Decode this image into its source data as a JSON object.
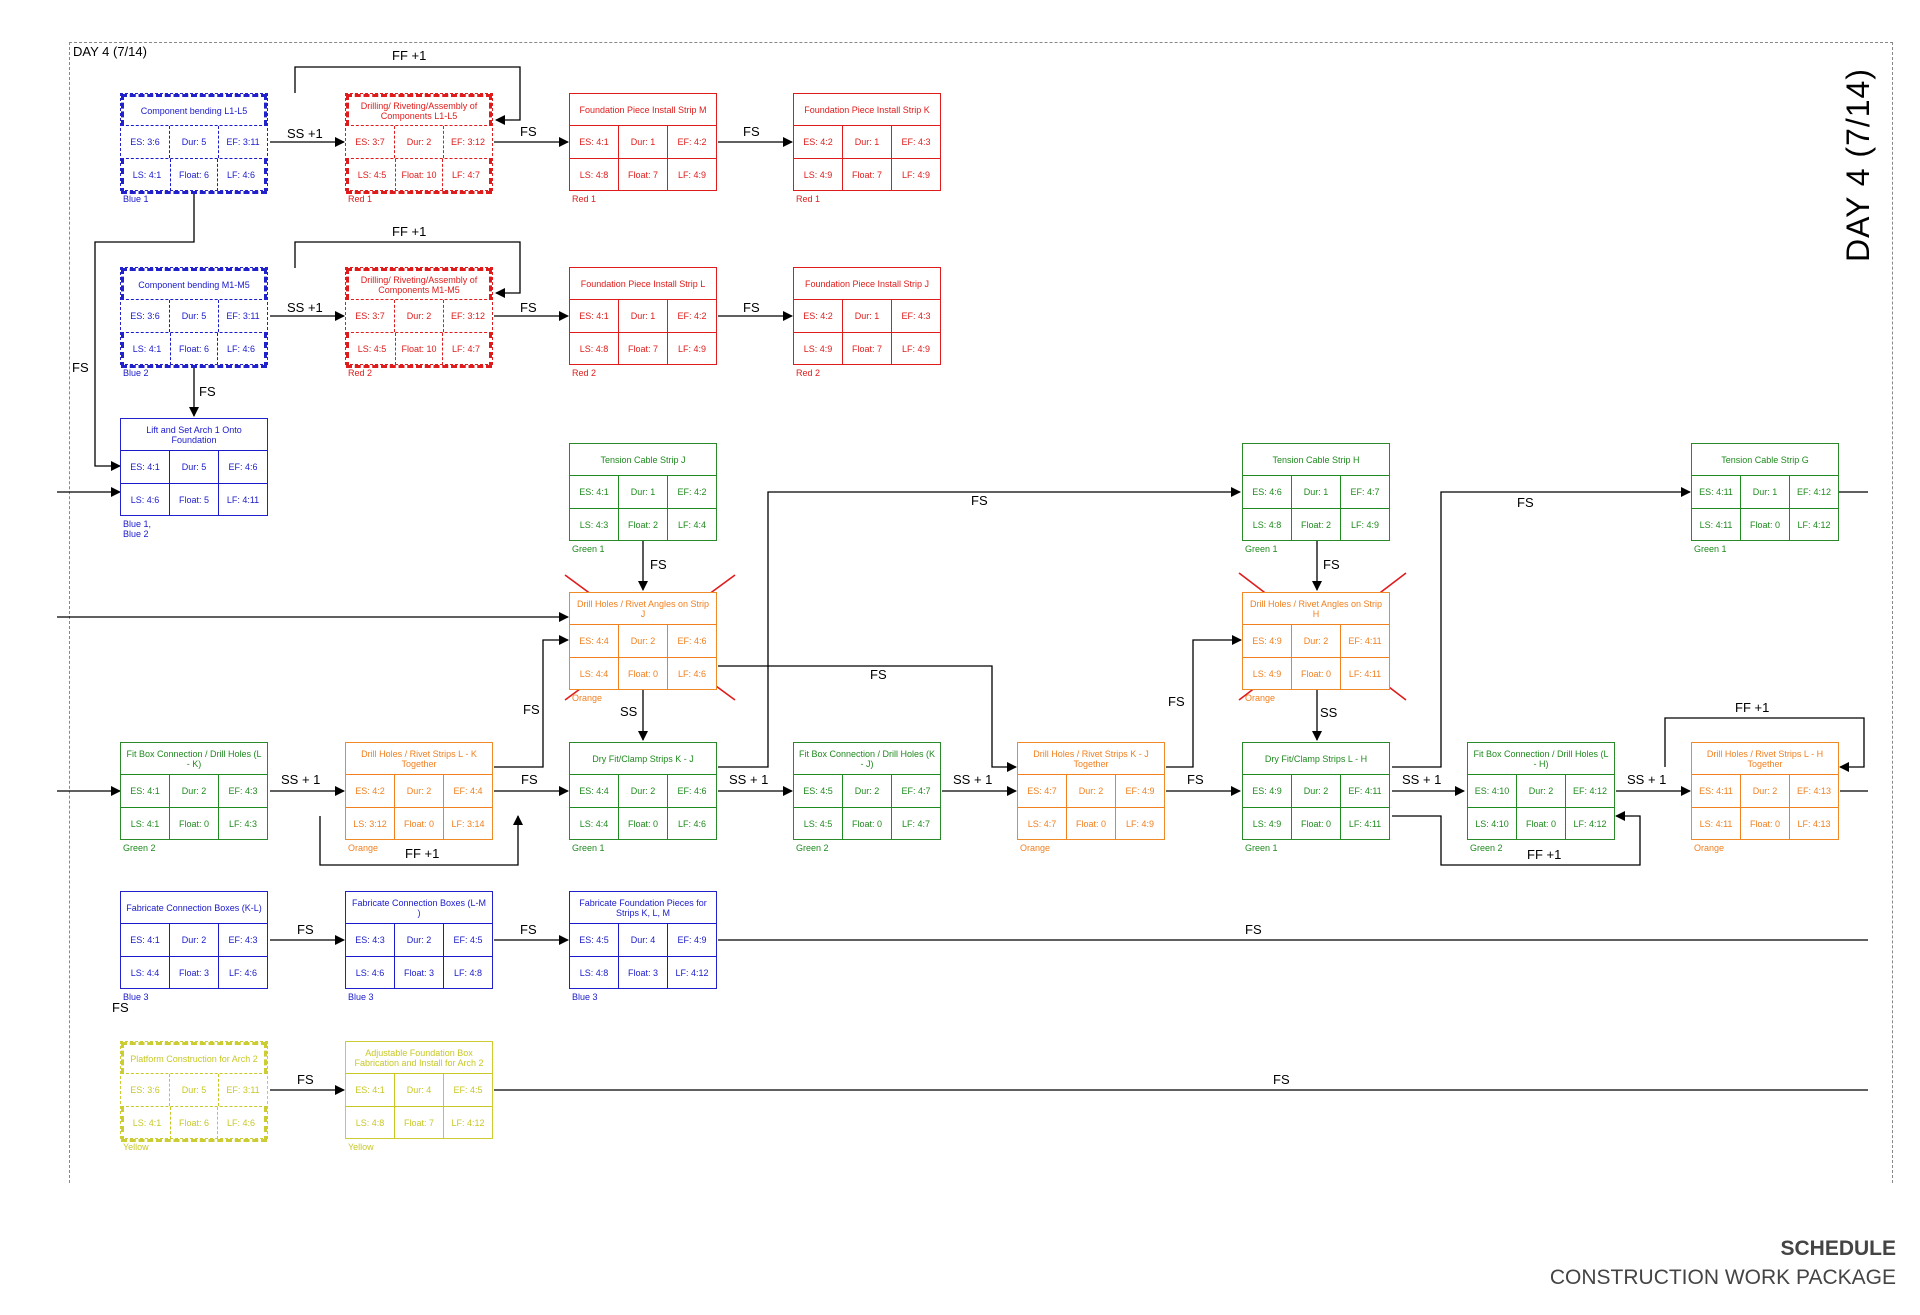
{
  "frame_label": "DAY 4 (7/14)",
  "day_title": "DAY 4 (7/14)",
  "footer": {
    "title": "SCHEDULE",
    "subtitle": "CONSTRUCTION WORK PACKAGE"
  },
  "nodes": [
    {
      "id": "n1",
      "title": "Component bending L1-L5",
      "es": "ES: 3:6",
      "dur": "Dur: 5",
      "ef": "EF: 3:11",
      "ls": "LS: 4:1",
      "fl": "Float: 6",
      "lf": "LF: 4:6",
      "crew": "Blue 1"
    },
    {
      "id": "n2",
      "title": "Drilling/ Riveting/Assembly of Components L1-L5",
      "es": "ES: 3:7",
      "dur": "Dur: 2",
      "ef": "EF: 3:12",
      "ls": "LS: 4:5",
      "fl": "Float: 10",
      "lf": "LF: 4:7",
      "crew": "Red 1"
    },
    {
      "id": "n3",
      "title": "Foundation Piece Install Strip M",
      "es": "ES: 4:1",
      "dur": "Dur: 1",
      "ef": "EF: 4:2",
      "ls": "LS: 4:8",
      "fl": "Float: 7",
      "lf": "LF: 4:9",
      "crew": "Red 1"
    },
    {
      "id": "n4",
      "title": "Foundation Piece Install Strip K",
      "es": "ES: 4:2",
      "dur": "Dur: 1",
      "ef": "EF: 4:3",
      "ls": "LS: 4:9",
      "fl": "Float: 7",
      "lf": "LF: 4:9",
      "crew": "Red 1"
    },
    {
      "id": "n5",
      "title": "Component bending M1-M5",
      "es": "ES: 3:6",
      "dur": "Dur: 5",
      "ef": "EF: 3:11",
      "ls": "LS: 4:1",
      "fl": "Float: 6",
      "lf": "LF: 4:6",
      "crew": "Blue 2"
    },
    {
      "id": "n6",
      "title": "Drilling/ Riveting/Assembly of Components M1-M5",
      "es": "ES: 3:7",
      "dur": "Dur: 2",
      "ef": "EF: 3:12",
      "ls": "LS: 4:5",
      "fl": "Float: 10",
      "lf": "LF: 4:7",
      "crew": "Red 2"
    },
    {
      "id": "n7",
      "title": "Foundation Piece Install Strip L",
      "es": "ES: 4:1",
      "dur": "Dur: 1",
      "ef": "EF: 4:2",
      "ls": "LS: 4:8",
      "fl": "Float: 7",
      "lf": "LF: 4:9",
      "crew": "Red 2"
    },
    {
      "id": "n8",
      "title": "Foundation Piece Install Strip J",
      "es": "ES: 4:2",
      "dur": "Dur: 1",
      "ef": "EF: 4:3",
      "ls": "LS: 4:9",
      "fl": "Float: 7",
      "lf": "LF: 4:9",
      "crew": "Red 2"
    },
    {
      "id": "n9",
      "title": "Lift and Set Arch 1 Onto Foundation",
      "es": "ES: 4:1",
      "dur": "Dur: 5",
      "ef": "EF: 4:6",
      "ls": "LS: 4:6",
      "fl": "Float: 5",
      "lf": "LF: 4:11",
      "crew": "Blue 1,\nBlue 2"
    },
    {
      "id": "n10",
      "title": "Tension Cable Strip J",
      "es": "ES: 4:1",
      "dur": "Dur: 1",
      "ef": "EF: 4:2",
      "ls": "LS: 4:3",
      "fl": "Float: 2",
      "lf": "LF: 4:4",
      "crew": "Green 1"
    },
    {
      "id": "n11",
      "title": "Tension Cable Strip H",
      "es": "ES: 4:6",
      "dur": "Dur: 1",
      "ef": "EF: 4:7",
      "ls": "LS: 4:8",
      "fl": "Float: 2",
      "lf": "LF: 4:9",
      "crew": "Green 1"
    },
    {
      "id": "n12",
      "title": "Tension Cable Strip G",
      "es": "ES: 4:11",
      "dur": "Dur: 1",
      "ef": "EF: 4:12",
      "ls": "LS: 4:11",
      "fl": "Float: 0",
      "lf": "LF: 4:12",
      "crew": "Green 1"
    },
    {
      "id": "n13",
      "title": "Drill Holes / Rivet Angles on Strip J",
      "es": "ES: 4:4",
      "dur": "Dur: 2",
      "ef": "EF: 4:6",
      "ls": "LS: 4:4",
      "fl": "Float: 0",
      "lf": "LF: 4:6",
      "crew": "Orange"
    },
    {
      "id": "n14",
      "title": "Drill Holes / Rivet Angles on Strip H",
      "es": "ES: 4:9",
      "dur": "Dur: 2",
      "ef": "EF: 4:11",
      "ls": "LS: 4:9",
      "fl": "Float: 0",
      "lf": "LF: 4:11",
      "crew": "Orange"
    },
    {
      "id": "n15",
      "title": "Fit Box Connection / Drill Holes (L - K)",
      "es": "ES: 4:1",
      "dur": "Dur: 2",
      "ef": "EF: 4:3",
      "ls": "LS: 4:1",
      "fl": "Float: 0",
      "lf": "LF: 4:3",
      "crew": "Green 2"
    },
    {
      "id": "n16",
      "title": "Drill Holes / Rivet Strips L - K Together",
      "es": "ES: 4:2",
      "dur": "Dur: 2",
      "ef": "EF: 4:4",
      "ls": "LS: 3:12",
      "fl": "Float: 0",
      "lf": "LF: 3:14",
      "crew": "Orange"
    },
    {
      "id": "n17",
      "title": "Dry Fit/Clamp Strips K - J",
      "es": "ES: 4:4",
      "dur": "Dur: 2",
      "ef": "EF: 4:6",
      "ls": "LS: 4:4",
      "fl": "Float: 0",
      "lf": "LF: 4:6",
      "crew": "Green 1"
    },
    {
      "id": "n18",
      "title": "Fit Box Connection / Drill Holes (K - J)",
      "es": "ES: 4:5",
      "dur": "Dur: 2",
      "ef": "EF: 4:7",
      "ls": "LS: 4:5",
      "fl": "Float: 0",
      "lf": "LF: 4:7",
      "crew": "Green 2"
    },
    {
      "id": "n19",
      "title": "Drill Holes / Rivet Strips K - J Together",
      "es": "ES: 4:7",
      "dur": "Dur: 2",
      "ef": "EF: 4:9",
      "ls": "LS: 4:7",
      "fl": "Float: 0",
      "lf": "LF: 4:9",
      "crew": "Orange"
    },
    {
      "id": "n20",
      "title": "Dry Fit/Clamp Strips L - H",
      "es": "ES: 4:9",
      "dur": "Dur: 2",
      "ef": "EF: 4:11",
      "ls": "LS: 4:9",
      "fl": "Float: 0",
      "lf": "LF: 4:11",
      "crew": "Green 1"
    },
    {
      "id": "n21",
      "title": "Fit Box Connection / Drill Holes (L - H)",
      "es": "ES: 4:10",
      "dur": "Dur: 2",
      "ef": "EF: 4:12",
      "ls": "LS: 4:10",
      "fl": "Float: 0",
      "lf": "LF: 4:12",
      "crew": "Green 2"
    },
    {
      "id": "n22",
      "title": "Drill Holes / Rivet Strips L - H Together",
      "es": "ES: 4:11",
      "dur": "Dur: 2",
      "ef": "EF: 4:13",
      "ls": "LS: 4:11",
      "fl": "Float: 0",
      "lf": "LF: 4:13",
      "crew": "Orange"
    },
    {
      "id": "n23",
      "title": "Fabricate Connection Boxes (K-L)",
      "es": "ES: 4:1",
      "dur": "Dur: 2",
      "ef": "EF: 4:3",
      "ls": "LS: 4:4",
      "fl": "Float: 3",
      "lf": "LF: 4:6",
      "crew": "Blue 3"
    },
    {
      "id": "n24",
      "title": "Fabricate Connection Boxes (L-M )",
      "es": "ES: 4:3",
      "dur": "Dur: 2",
      "ef": "EF: 4:5",
      "ls": "LS: 4:6",
      "fl": "Float: 3",
      "lf": "LF: 4:8",
      "crew": "Blue 3"
    },
    {
      "id": "n25",
      "title": "Fabricate Foundation Pieces for Strips K, L, M",
      "es": "ES: 4:5",
      "dur": "Dur: 4",
      "ef": "EF: 4:9",
      "ls": "LS: 4:8",
      "fl": "Float: 3",
      "lf": "LF: 4:12",
      "crew": "Blue 3"
    },
    {
      "id": "n26",
      "title": "Platform Construction for Arch 2",
      "es": "ES: 3:6",
      "dur": "Dur: 5",
      "ef": "EF: 3:11",
      "ls": "LS: 4:1",
      "fl": "Float: 6",
      "lf": "LF: 4:6",
      "crew": "Yellow"
    },
    {
      "id": "n27",
      "title": "Adjustable Foundation Box Fabrication and Install for Arch 2",
      "es": "ES: 4:1",
      "dur": "Dur: 4",
      "ef": "EF: 4:5",
      "ls": "LS: 4:8",
      "fl": "Float: 7",
      "lf": "LF: 4:12",
      "crew": "Yellow"
    }
  ],
  "link_labels": {
    "ff1_top": "FF +1",
    "ss1_a": "SS +1",
    "fs_a": "FS",
    "fs_b": "FS",
    "ff1_mid": "FF +1",
    "ss1_b": "SS +1",
    "fs_c": "FS",
    "fs_d": "FS",
    "fs_left": "FS",
    "fs_lift": "FS",
    "fs_tj": "FS",
    "fs_th": "FS",
    "fs_top_j": "FS",
    "fs_top_h": "FS",
    "fs_orange_left": "FS",
    "ss_j": "SS",
    "ss_h": "SS",
    "fs_kj": "FS",
    "fs_lh": "FS",
    "ss1_r1": "SS + 1",
    "fs_r2": "FS",
    "ss1_r3": "SS + 1",
    "ss1_r4": "SS + 1",
    "fs_r5": "FS",
    "ss1_r6": "SS + 1",
    "ss1_r7": "SS + 1",
    "ff1_bottom_lk": "FF +1",
    "ff1_bottom_lh": "FF +1",
    "ff1_top_lh": "FF +1",
    "fs_blue1": "FS",
    "fs_blue2": "FS",
    "fs_blue_long": "FS",
    "fs_blue_down": "FS",
    "fs_yellow1": "FS",
    "fs_yellow_long": "FS"
  }
}
